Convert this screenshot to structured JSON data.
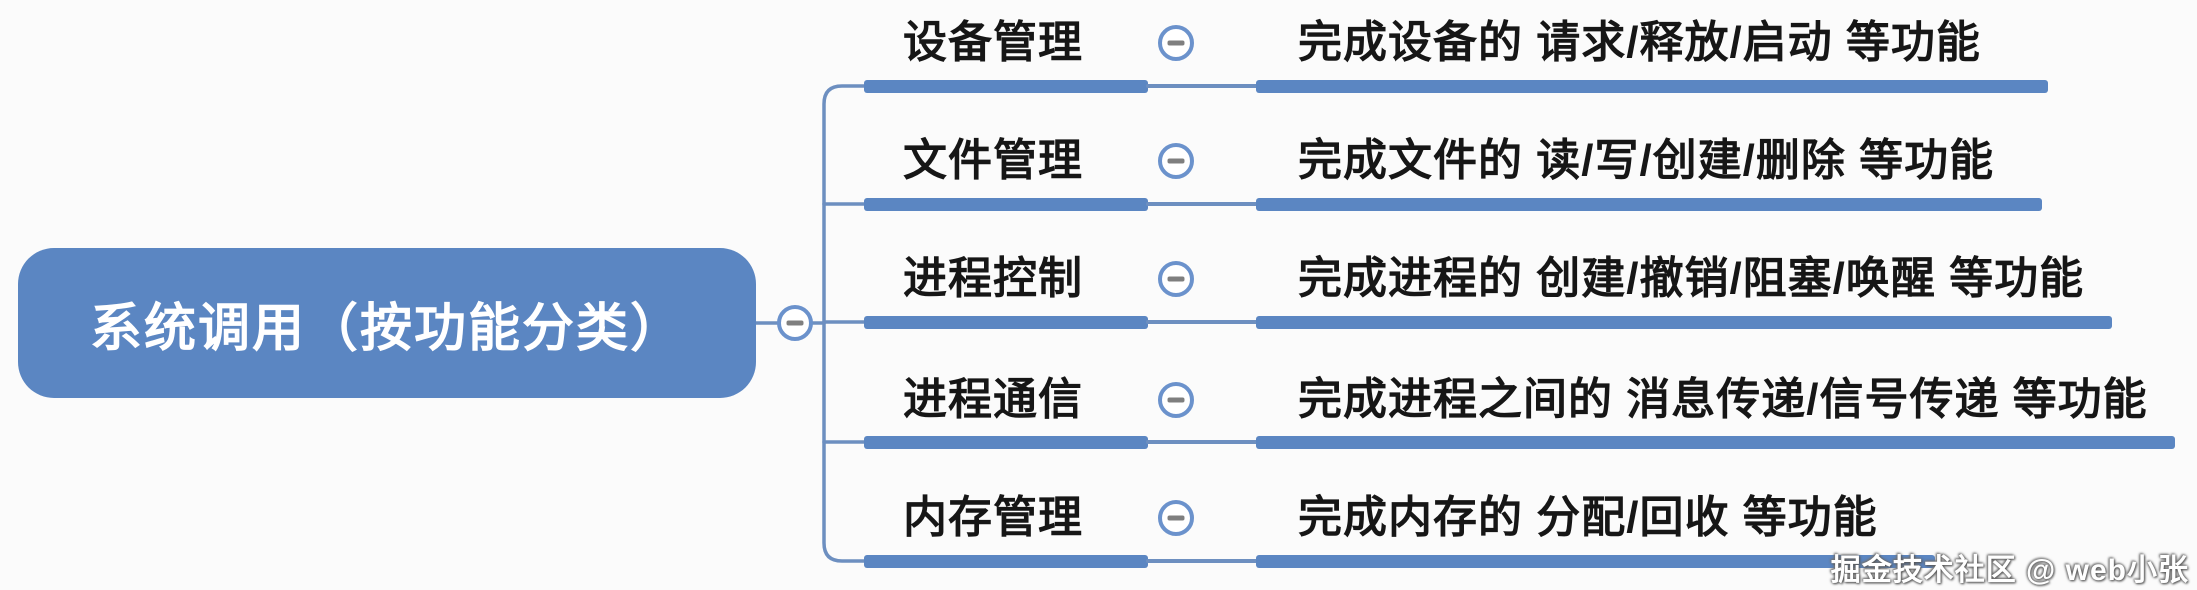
{
  "colors": {
    "accent": "#5b86c2",
    "line": "#6d8fc0",
    "circle_stroke": "#6b92cc",
    "minus": "#7f7f7f",
    "text": "#161616",
    "root_text": "#ffffff",
    "background": "#fbfbfb"
  },
  "root": {
    "label": "系统调用（按功能分类）"
  },
  "branches": [
    {
      "label": "设备管理",
      "detail": "完成设备的 请求/释放/启动 等功能"
    },
    {
      "label": "文件管理",
      "detail": "完成文件的 读/写/创建/删除 等功能"
    },
    {
      "label": "进程控制",
      "detail": "完成进程的 创建/撤销/阻塞/唤醒 等功能"
    },
    {
      "label": "进程通信",
      "detail": "完成进程之间的 消息传递/信号传递 等功能"
    },
    {
      "label": "内存管理",
      "detail": "完成内存的 分配/回收 等功能"
    }
  ],
  "watermark": "掘金技术社区 @ web小张"
}
